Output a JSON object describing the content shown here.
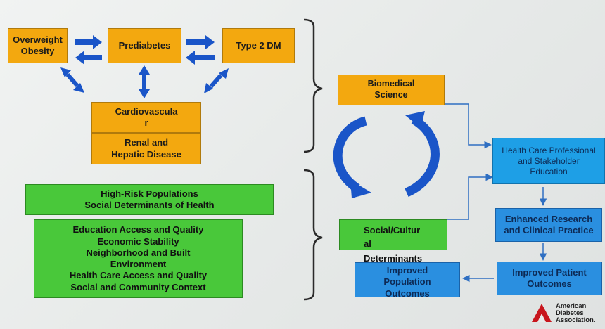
{
  "boxes": {
    "overweight": [
      "Overweight",
      "Obesity"
    ],
    "prediabetes": "Prediabetes",
    "type2dm": "Type 2 DM",
    "cardio": [
      "Cardiovascula",
      "r"
    ],
    "renal": [
      "Renal and",
      "Hepatic Disease"
    ],
    "highrisk": [
      "High-Risk Populations",
      "Social Determinants of Health"
    ],
    "sdoh_list": [
      "Education Access and Quality",
      "Economic Stability",
      "Neighborhood and Built",
      "Environment",
      "Health Care Access and Quality",
      "Social and Community Context"
    ],
    "biomedical": [
      "Biomedical",
      "Science"
    ],
    "social": [
      "Social/Cultur",
      "al",
      "Determinants"
    ],
    "hcp": [
      "Health Care Professional",
      "and Stakeholder",
      "Education"
    ],
    "research": [
      "Enhanced Research",
      "and Clinical Practice"
    ],
    "patient": [
      "Improved Patient",
      "Outcomes"
    ],
    "population": [
      "Improved",
      "Population",
      "Outcomes"
    ]
  },
  "logo": [
    "American",
    "Diabetes",
    "Association."
  ],
  "colors": {
    "orange": "#f3a80f",
    "green": "#49c83a",
    "blue": "#1e9fe6",
    "arrow_blue": "#1a55c8",
    "connector": "#2f6fc2"
  }
}
